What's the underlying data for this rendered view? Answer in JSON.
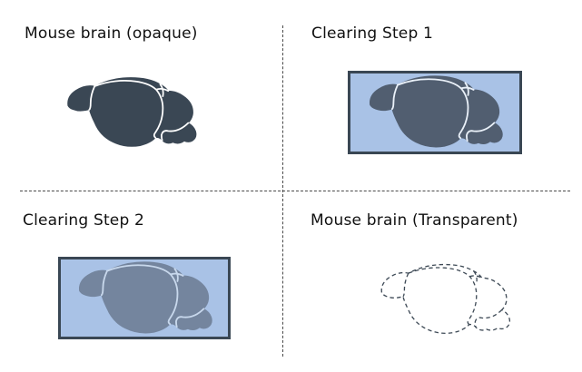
{
  "figure": {
    "background": "#FFFFFF",
    "divider_color": "#4A4A4A",
    "divider_style": "dashed"
  },
  "container": {
    "fill": "#A9C2E6",
    "border": "#3A4754"
  },
  "panels": [
    {
      "position": "top-left",
      "label": "Mouse brain (opaque)",
      "illustration": "mouse-brain-side-view",
      "brain_fill": "#3A4754",
      "brain_line": "#FFFFFF",
      "in_container": false,
      "dashed_outline": false
    },
    {
      "position": "top-right",
      "label": "Clearing Step 1",
      "illustration": "mouse-brain-side-view-in-clearing-solution",
      "brain_fill": "#515E70",
      "brain_line": "#EAF1F9",
      "in_container": true,
      "dashed_outline": false
    },
    {
      "position": "bottom-left",
      "label": "Clearing Step 2",
      "illustration": "mouse-brain-side-view-in-clearing-solution",
      "brain_fill": "#74859E",
      "brain_line": "#C8D8EC",
      "in_container": true,
      "dashed_outline": false
    },
    {
      "position": "bottom-right",
      "label": "Mouse brain (Transparent)",
      "illustration": "mouse-brain-side-view-dashed-outline",
      "brain_fill": "none",
      "brain_outline": "#3E4A56",
      "in_container": false,
      "dashed_outline": true
    }
  ]
}
